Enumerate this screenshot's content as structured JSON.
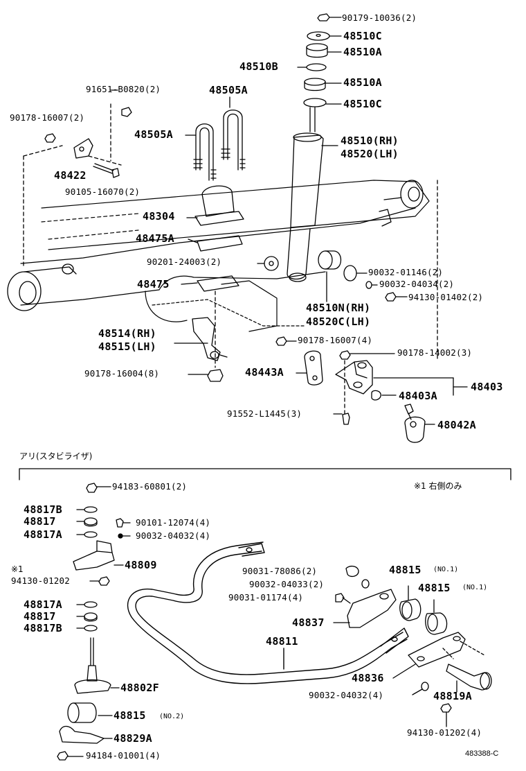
{
  "labels": {
    "p_90179_10036": "90179-10036(2)",
    "p_48510C_top": "48510C",
    "p_48510A_top": "48510A",
    "p_48510B": "48510B",
    "p_48510A_mid": "48510A",
    "p_48510C_mid": "48510C",
    "p_91651": "91651-B0820(2)",
    "p_48505A_top": "48505A",
    "p_90178_16007_a": "90178-16007(2)",
    "p_48505A_left": "48505A",
    "p_48510_rh": "48510(RH)",
    "p_48520_lh": "48520(LH)",
    "p_48422": "48422",
    "p_90105": "90105-16070(2)",
    "p_48304": "48304",
    "p_48475A": "48475A",
    "p_90201": "90201-24003(2)",
    "p_90032_01146": "90032-01146(2)",
    "p_90032_04034": "90032-04034(2)",
    "p_48475": "48475",
    "p_94130_01402": "94130-01402(2)",
    "p_48510N": "48510N(RH)",
    "p_48520C": "48520C(LH)",
    "p_48514": "48514(RH)",
    "p_48515": "48515(LH)",
    "p_90178_16007_b": "90178-16007(4)",
    "p_90178_14002": "90178-14002(3)",
    "p_90178_16004": "90178-16004(8)",
    "p_48443A": "48443A",
    "p_48403": "48403",
    "p_48403A": "48403A",
    "p_91552": "91552-L1445(3)",
    "p_48042A": "48042A",
    "section_stabilizer": "アリ(スタビライザ)",
    "note_right_only": "※1 右側のみ",
    "p_94183": "94183-60801(2)",
    "p_48817B_a": "48817B",
    "p_48817_a": "48817",
    "p_48817A_a": "48817A",
    "p_90101": "90101-12074(4)",
    "p_90032_04032_a": "90032-04032(4)",
    "p_48809": "48809",
    "mark_1": "※1",
    "p_94130_01202_a": "94130-01202",
    "p_90031_78086": "90031-78086(2)",
    "p_90032_04033": "90032-04033(2)",
    "p_90031_01174": "90031-01174(4)",
    "p_48815_no1_a": "48815",
    "no1_a": "(NO.1)",
    "p_48815_no1_b": "48815",
    "no1_b": "(NO.1)",
    "p_48817A_b": "48817A",
    "p_48817_b": "48817",
    "p_48817B_b": "48817B",
    "p_48837": "48837",
    "p_48811": "48811",
    "p_48836": "48836",
    "p_90032_04032_b": "90032-04032(4)",
    "p_48819A": "48819A",
    "p_48802F": "48802F",
    "p_48815_no2": "48815",
    "no2": "(NO.2)",
    "p_48829A": "48829A",
    "p_94184": "94184-01001(4)",
    "p_94130_01202_b": "94130-01202(4)",
    "ref_code": "483388-C"
  }
}
